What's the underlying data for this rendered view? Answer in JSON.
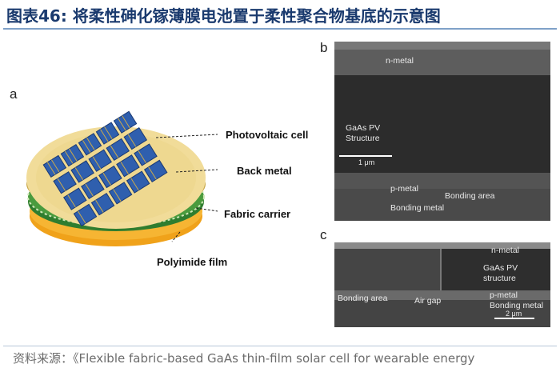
{
  "figure_title": "图表46:  将柔性砷化镓薄膜电池置于柔性聚合物基底的示意图",
  "source": "资料来源：《Flexible fabric-based GaAs thin-film solar cell for wearable energy",
  "panel_labels": {
    "a": "a",
    "b": "b",
    "c": "c"
  },
  "diagram": {
    "photovoltaic_cell": "Photovoltaic cell",
    "back_metal": "Back metal",
    "fabric_carrier": "Fabric carrier",
    "polyimide_film": "Polyimide film"
  },
  "panel_b": {
    "n_metal": "n-metal",
    "gaas_pv_structure_line1": "GaAs PV",
    "gaas_pv_structure_line2": "Structure",
    "scale_bar": "1 μm",
    "p_metal": "p-metal",
    "bonding_area": "Bonding area",
    "bonding_metal": "Bonding metal"
  },
  "panel_c": {
    "n_metal": "n-metal",
    "gaas_pv_structure_line1": "GaAs PV",
    "gaas_pv_structure_line2": "structure",
    "bonding_area": "Bonding area",
    "air_gap": "Air gap",
    "p_metal": "p-metal",
    "bonding_metal": "Bonding metal",
    "scale_bar": "2 μm"
  },
  "colors": {
    "title": "#1a3a6e",
    "rule": "#7fa1c8",
    "cell_blue": "#2f5fae",
    "back_metal_gold": "#e8cf82",
    "fabric_green": "#3a8a3a",
    "polyimide_orange": "#f0a21a"
  }
}
